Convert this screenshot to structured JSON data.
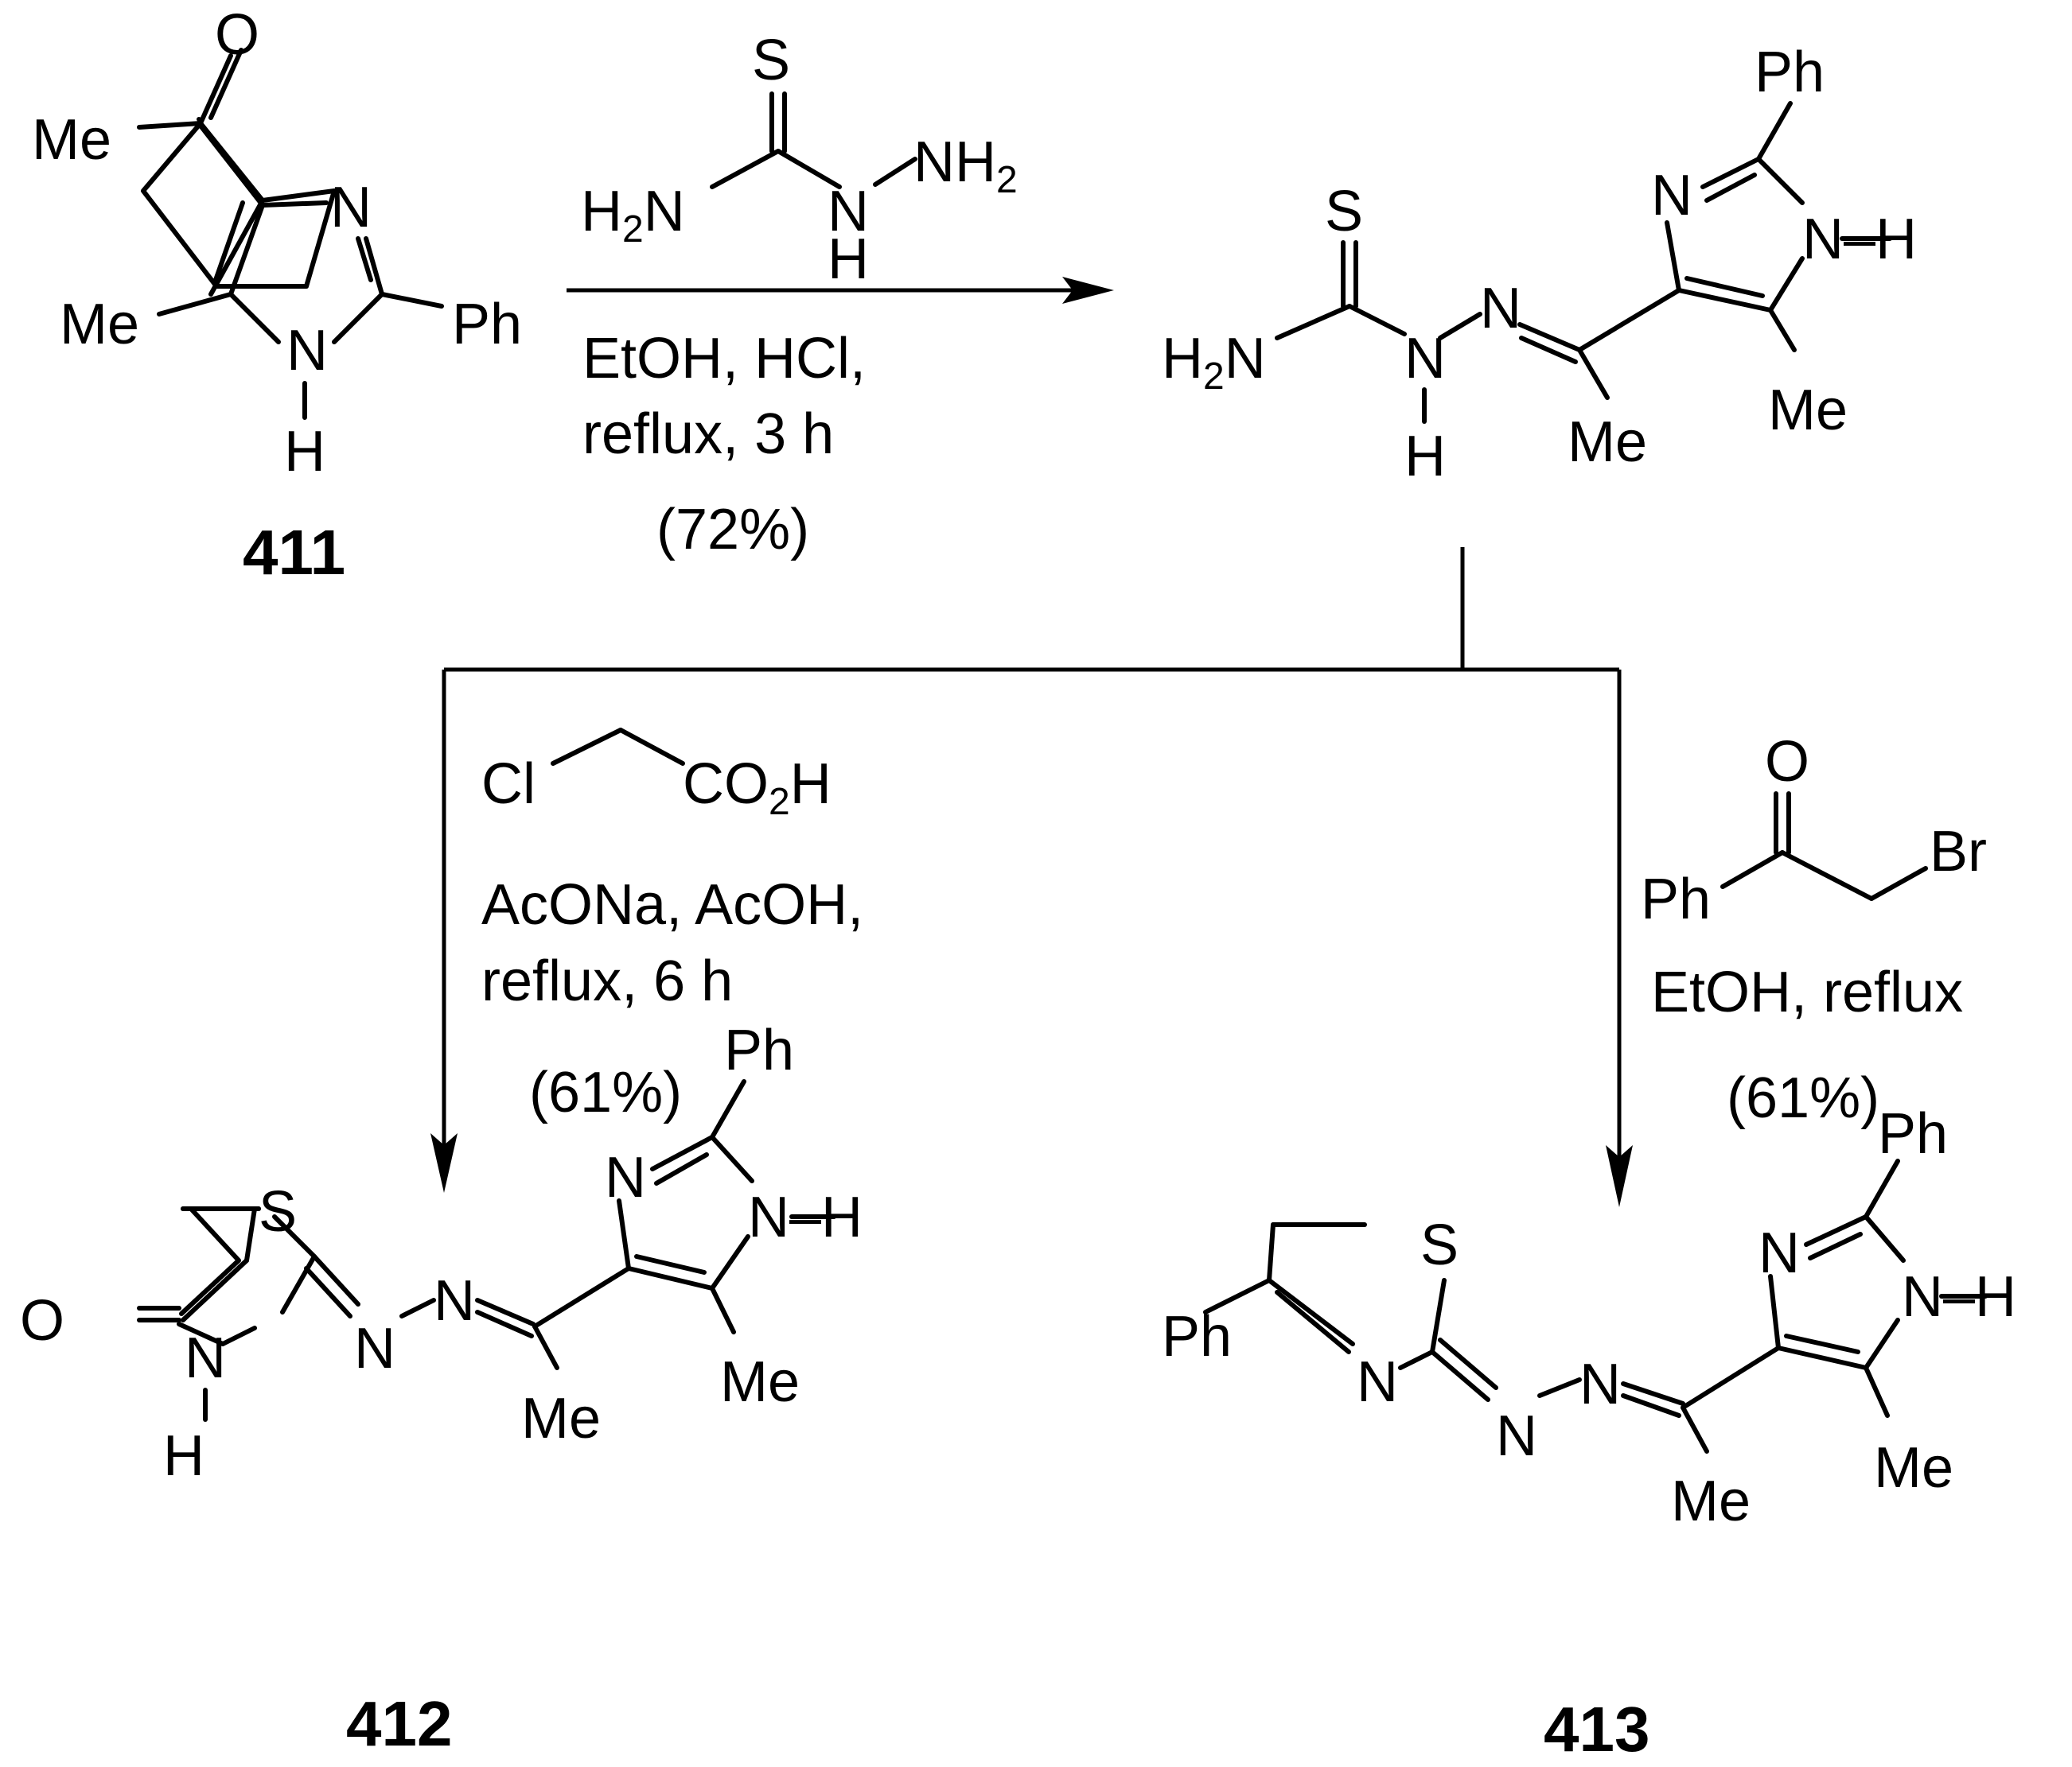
{
  "compounds": {
    "c411": {
      "number": "411"
    },
    "c412": {
      "number": "412"
    },
    "c413": {
      "number": "413"
    }
  },
  "atoms": {
    "O": "O",
    "S": "S",
    "N": "N",
    "H": "H",
    "Me": "Me",
    "Ph": "Ph",
    "Cl": "Cl",
    "Br": "Br",
    "H2N_H": "H",
    "H2N_2": "2",
    "H2N_N": "N",
    "NH2_N": "NH",
    "NH2_2": "2",
    "CO2H_CO": "CO",
    "CO2H_2": "2",
    "CO2H_H": "H",
    "NH_dash_H": "N–H"
  },
  "conditions": {
    "step1": {
      "line1": "EtOH, HCl,",
      "line2": "reflux, 3 h",
      "yield": "(72%)"
    },
    "step2": {
      "line1": "AcONa, AcOH,",
      "line2": "reflux, 6 h",
      "yield": "(61%)"
    },
    "step3": {
      "line1": "EtOH, reflux",
      "yield": "(61%)"
    }
  }
}
